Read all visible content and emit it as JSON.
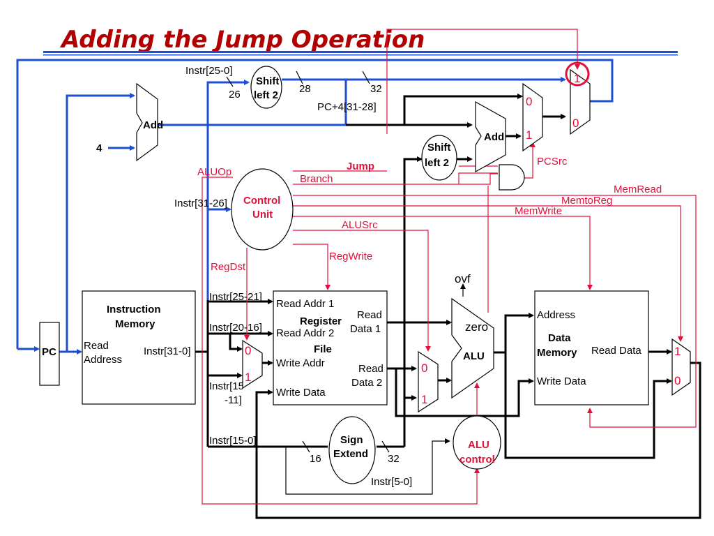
{
  "title": "Adding the Jump Operation",
  "pc": {
    "label": "PC"
  },
  "add_pc": {
    "label": "Add",
    "four": "4"
  },
  "shift_top": {
    "line1": "Shift",
    "line2": "left 2",
    "in_label": "Instr[25-0]",
    "in_width": "26",
    "out_width": "28",
    "jump_width": "32",
    "pc4_label": "PC+4[31-28]"
  },
  "jump_mux": {
    "top": "1",
    "bottom": "0"
  },
  "pcsrc_mux": {
    "top": "0",
    "bottom": "1"
  },
  "add_branch": {
    "label": "Add"
  },
  "shift_mid": {
    "line1": "Shift",
    "line2": "left 2"
  },
  "control": {
    "line1": "Control",
    "line2": "Unit",
    "input": "Instr[31-26]"
  },
  "signals": {
    "aluop": "ALUOp",
    "branch": "Branch",
    "jump": "Jump",
    "pcsrc": "PCSrc",
    "memread": "MemRead",
    "memtoreg": "MemtoReg",
    "memwrite": "MemWrite",
    "alusrc": "ALUSrc",
    "regwrite": "RegWrite",
    "regdst": "RegDst"
  },
  "imem": {
    "line1": "Instruction",
    "line2": "Memory",
    "addr1": "Read",
    "addr2": "Address",
    "out": "Instr[31-0]"
  },
  "regfile": {
    "name1": "Register",
    "name2": "File",
    "read_addr1": "Read Addr 1",
    "read_addr2": "Read Addr 2",
    "write_addr": "Write Addr",
    "write_data": "Write Data",
    "rd1_a": "Read",
    "rd1_b": "Data 1",
    "rd2_a": "Read",
    "rd2_b": "Data 2"
  },
  "instr_fields": {
    "f25_21": "Instr[25-21]",
    "f20_16": "Instr[20-16]",
    "f15_11a": "Instr[15",
    "f15_11b": "-11]",
    "f15_0": "Instr[15-0]",
    "f5_0": "Instr[5-0]"
  },
  "regdst_mux": {
    "top": "0",
    "bottom": "1"
  },
  "alusrc_mux": {
    "top": "0",
    "bottom": "1"
  },
  "sign_extend": {
    "line1": "Sign",
    "line2": "Extend",
    "in_width": "16",
    "out_width": "32"
  },
  "alu": {
    "label": "ALU",
    "zero": "zero",
    "ovf": "ovf"
  },
  "alu_control": {
    "line1": "ALU",
    "line2": "control"
  },
  "dmem": {
    "address": "Address",
    "line1": "Data",
    "line2": "Memory",
    "read_data": "Read Data",
    "write_data": "Write Data"
  },
  "memtoreg_mux": {
    "top": "1",
    "bottom": "0"
  },
  "colors": {
    "datapath": "#000000",
    "pc_path": "#1e4fd0",
    "control": "#e0103a",
    "title": "#b20000"
  }
}
